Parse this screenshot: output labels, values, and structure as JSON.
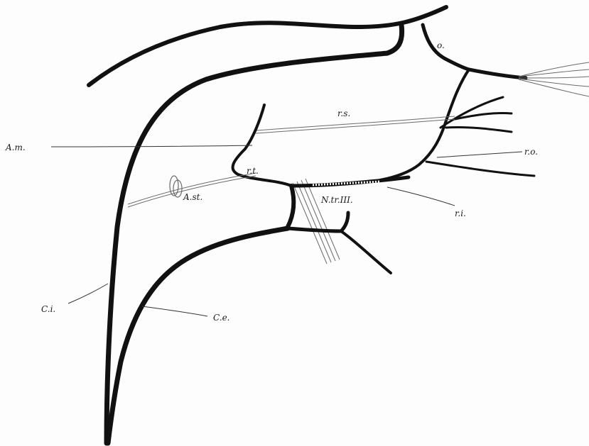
{
  "labels": {
    "a_m": "A.m.",
    "o": "o.",
    "r_s": "r.s.",
    "r_o": "r.o.",
    "r_t": "r.t.",
    "a_st": "A.st.",
    "n_tr": "N.tr.III.",
    "r_i": "r.i.",
    "c_i": "C.i.",
    "c_e": "C.e."
  },
  "colors": {
    "vessel": "#111111",
    "nerve": "#6a6a6a",
    "background": "#fdfdfd"
  }
}
